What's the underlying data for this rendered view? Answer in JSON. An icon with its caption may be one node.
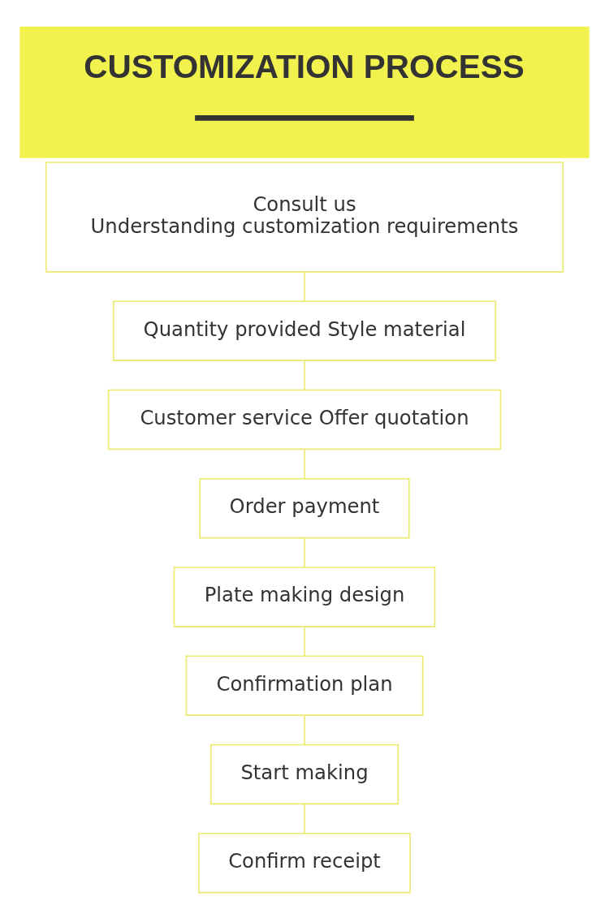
{
  "diagram": {
    "title": "CUSTOMIZATION PROCESS",
    "nodes": [
      {
        "text": [
          "Consult us",
          "Understanding customization requirements"
        ]
      },
      {
        "text": [
          "Quantity provided Style material"
        ]
      },
      {
        "text": [
          "Customer service Offer quotation"
        ]
      },
      {
        "text": [
          "Order payment"
        ]
      },
      {
        "text": [
          "Plate making design"
        ]
      },
      {
        "text": [
          "Confirmation plan"
        ]
      },
      {
        "text": [
          "Start making"
        ]
      },
      {
        "text": [
          "Confirm receipt"
        ]
      }
    ],
    "edges": [
      {
        "from": 0,
        "to": 1,
        "arrow": "none"
      },
      {
        "from": 1,
        "to": 2,
        "arrow": "none"
      },
      {
        "from": 2,
        "to": 3,
        "arrow": "none"
      },
      {
        "from": 3,
        "to": 4,
        "arrow": "none"
      },
      {
        "from": 4,
        "to": 5,
        "arrow": "none"
      },
      {
        "from": 5,
        "to": 6,
        "arrow": "none"
      },
      {
        "from": 6,
        "to": 7,
        "arrow": "none"
      }
    ]
  }
}
